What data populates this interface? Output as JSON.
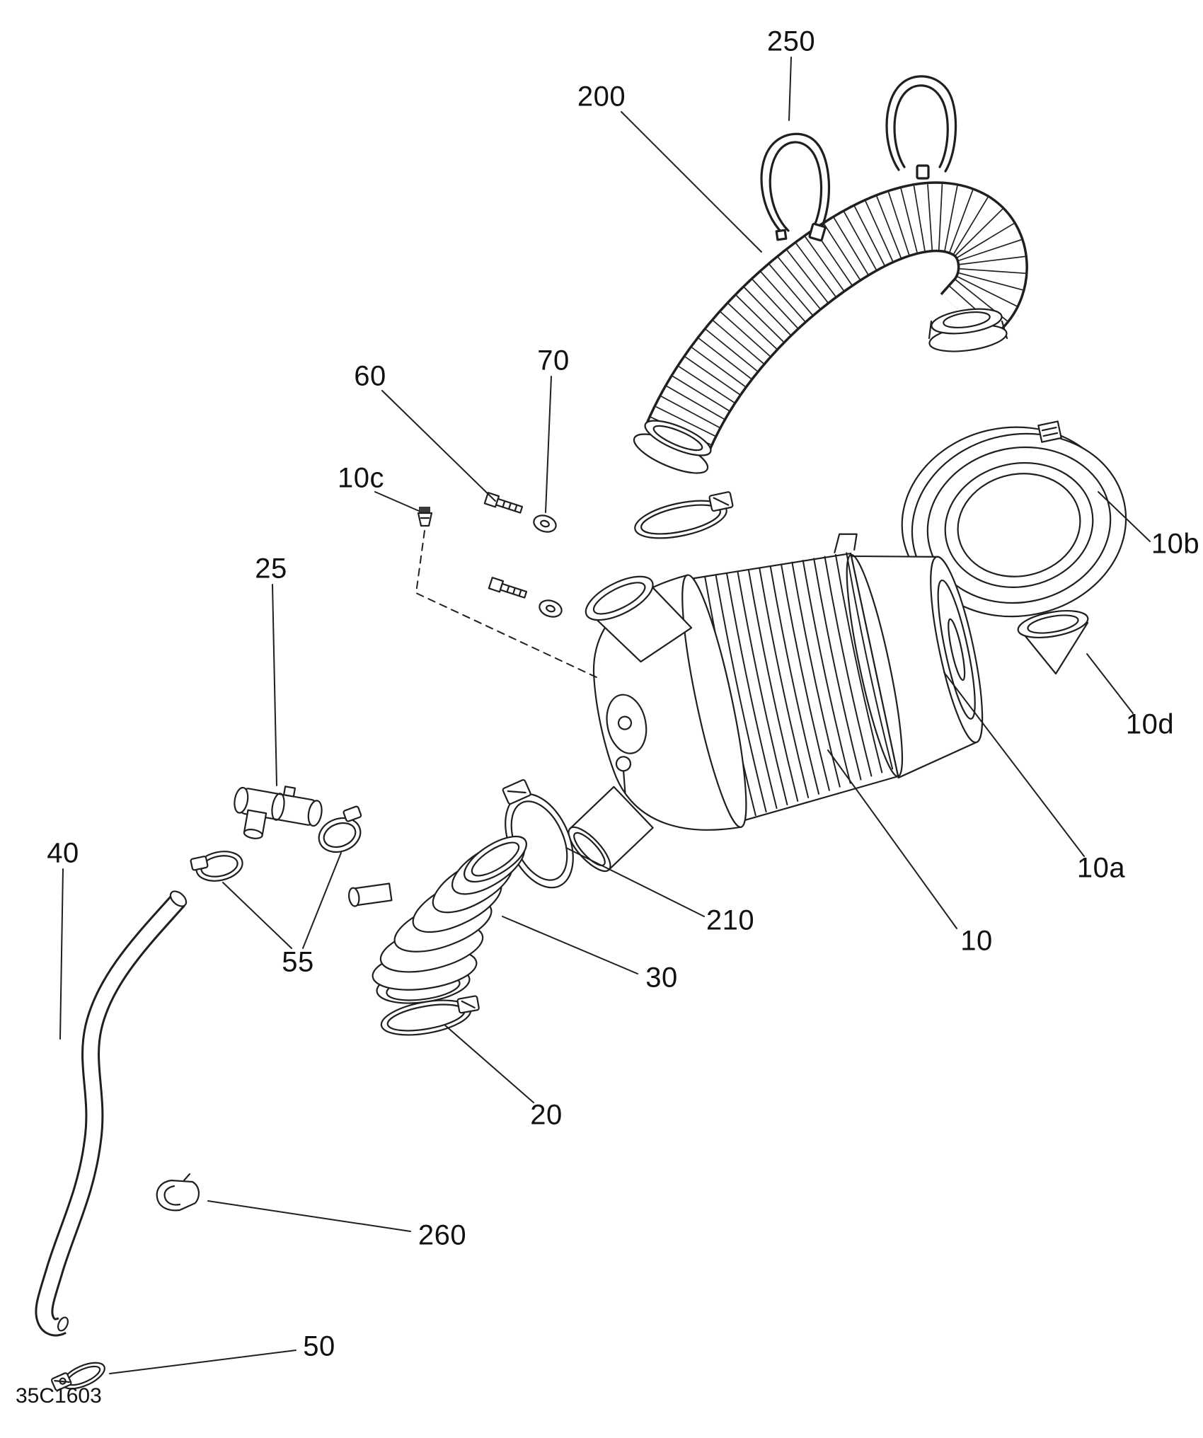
{
  "diagram": {
    "code": "35C1603",
    "colors": {
      "line": "#1f1f1f",
      "background": "#ffffff"
    },
    "callouts": [
      {
        "id": "250",
        "label": "250"
      },
      {
        "id": "200",
        "label": "200"
      },
      {
        "id": "70",
        "label": "70"
      },
      {
        "id": "60",
        "label": "60"
      },
      {
        "id": "10c",
        "label": "10c"
      },
      {
        "id": "25",
        "label": "25"
      },
      {
        "id": "40",
        "label": "40"
      },
      {
        "id": "55",
        "label": "55"
      },
      {
        "id": "30",
        "label": "30"
      },
      {
        "id": "210",
        "label": "210"
      },
      {
        "id": "20",
        "label": "20"
      },
      {
        "id": "10",
        "label": "10"
      },
      {
        "id": "10a",
        "label": "10a"
      },
      {
        "id": "10b",
        "label": "10b"
      },
      {
        "id": "10d",
        "label": "10d"
      },
      {
        "id": "260",
        "label": "260"
      },
      {
        "id": "50",
        "label": "50"
      }
    ]
  }
}
